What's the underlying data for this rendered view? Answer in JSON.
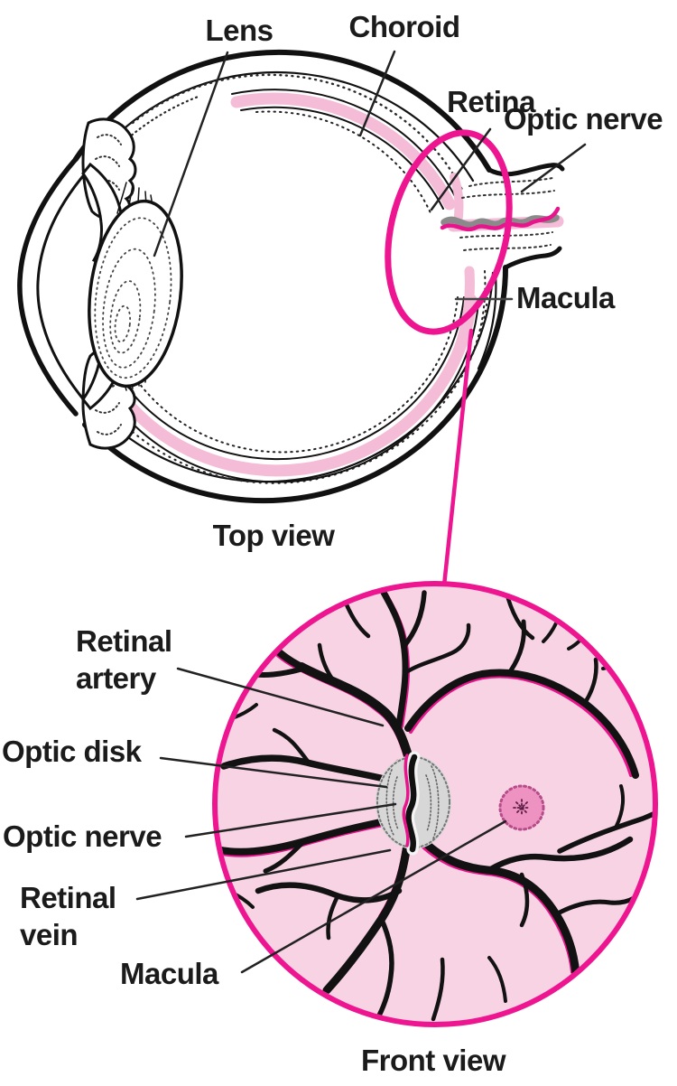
{
  "figure": {
    "title": "Eye anatomy diagram",
    "top_view": {
      "caption": "Top view",
      "labels": {
        "lens": "Lens",
        "choroid": "Choroid",
        "retina": "Retina",
        "optic_nerve": "Optic nerve",
        "macula": "Macula"
      }
    },
    "front_view": {
      "caption": "Front view",
      "labels": {
        "retinal_artery": "Retinal\nartery",
        "optic_disk": "Optic disk",
        "optic_nerve": "Optic nerve",
        "retinal_vein": "Retinal\nvein",
        "macula": "Macula"
      }
    },
    "colors": {
      "highlight_magenta": "#ee1690",
      "vessel_magenta": "#e8148c",
      "choroid_pink": "#f5bcd7",
      "retina_background_pink": "#f8d3e4",
      "macula_pink": "#ee93c1",
      "optic_disk_gray": "#d7d7d7",
      "nerve_vessel_gray": "#8a8a8a",
      "ink": "#111111"
    }
  }
}
